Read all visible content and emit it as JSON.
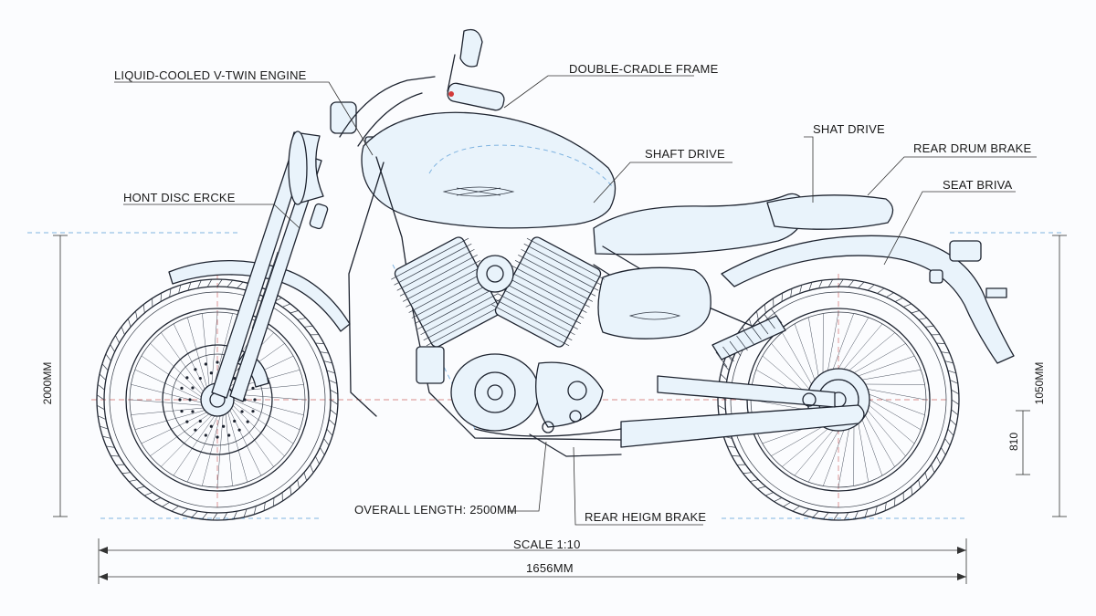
{
  "labels": {
    "engine": "LIQUID-COOLED V-TWIN ENGINE",
    "frame": "DOUBLE-CRADLE FRAME",
    "shaft_drive_top": "SHAT DRIVE",
    "shaft_drive": "SHAFT DRIVE",
    "rear_drum_brake": "REAR DRUM BRAKE",
    "seat": "SEAT BRIVA",
    "front_disc": "HONT DISC ERCKE",
    "overall_length": "OVERALL LENGTH: 2500MM",
    "rear_brake": "REAR HEIGM BRAKE",
    "scale": "SCALE 1:10",
    "total_length": "1656MM"
  },
  "dimensions": {
    "height_left": "2000MM",
    "height_right": "1050MM",
    "height_small": "810"
  },
  "colors": {
    "ink": "#1e2430",
    "fill": "#e9f3fb",
    "blue_dash": "#7fb3e0",
    "red_dash": "#d98b8b",
    "accent_red": "#d23a3a"
  }
}
